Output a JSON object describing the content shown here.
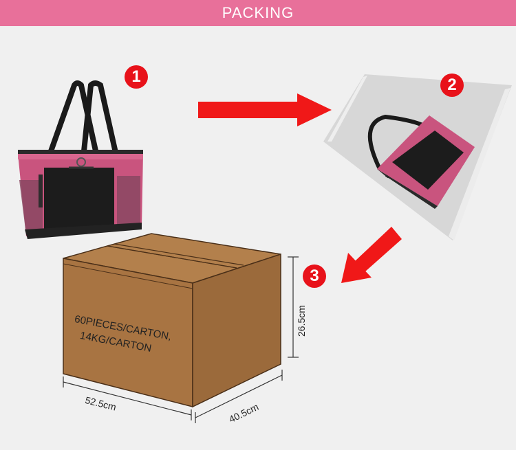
{
  "header": {
    "title": "PACKING"
  },
  "steps": [
    {
      "number": "1"
    },
    {
      "number": "2"
    },
    {
      "number": "3"
    }
  ],
  "carton": {
    "line1": "60PIECES/CARTON,",
    "line2": "14KG/CARTON",
    "length": "52.5cm",
    "width": "40.5cm",
    "height": "26.5cm"
  },
  "colors": {
    "banner": "#e8709a",
    "step_circle": "#e8121a",
    "arrow": "#f01818",
    "bag_pink": "#c9547e",
    "bag_black": "#1a1a1a",
    "carton_front": "#a87442",
    "carton_top": "#b3804c",
    "carton_side": "#9b6a3b"
  },
  "icons": [
    "tote-bag-icon",
    "arrow-right-icon",
    "arrow-down-left-icon",
    "carton-box-icon"
  ]
}
